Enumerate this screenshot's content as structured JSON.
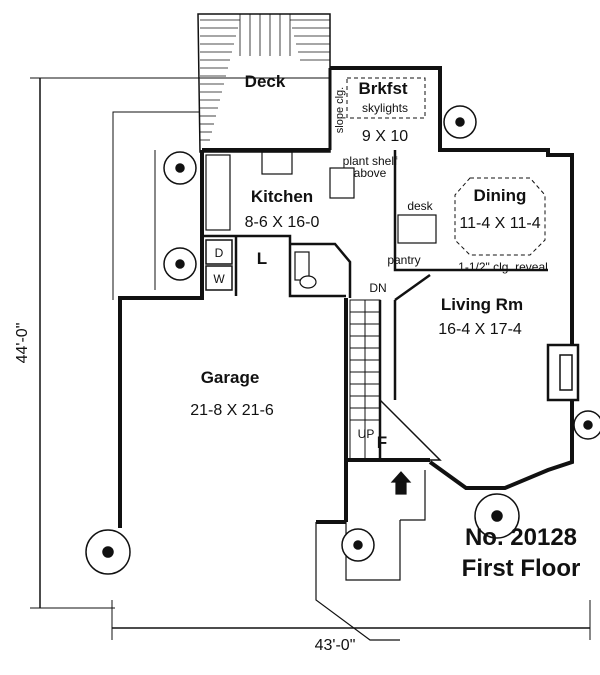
{
  "plan": {
    "overall_depth": "44'-0\"",
    "overall_width": "43'-0\"",
    "plan_number": "No. 20128",
    "floor_title": "First Floor",
    "rooms": {
      "deck": {
        "name": "Deck"
      },
      "brkfst": {
        "name": "Brkfst",
        "note": "skylights",
        "size": "9 X 10",
        "slope": "slope clg."
      },
      "kitchen": {
        "name": "Kitchen",
        "size": "8-6 X 16-0"
      },
      "dining": {
        "name": "Dining",
        "size": "11-4 X 11-4",
        "note": "1-1/2\" clg. reveal"
      },
      "living": {
        "name": "Living Rm",
        "size": "16-4 X 17-4"
      },
      "garage": {
        "name": "Garage",
        "size": "21-8 X 21-6"
      },
      "laundry": {
        "name": "L",
        "dryer": "D",
        "washer": "W"
      },
      "foyer": {
        "name": "F"
      }
    },
    "notes": {
      "plant_shelf_line1": "plant shelf",
      "plant_shelf_line2": "above",
      "desk": "desk",
      "pantry": "pantry",
      "stair_down": "DN",
      "stair_up": "UP"
    }
  }
}
